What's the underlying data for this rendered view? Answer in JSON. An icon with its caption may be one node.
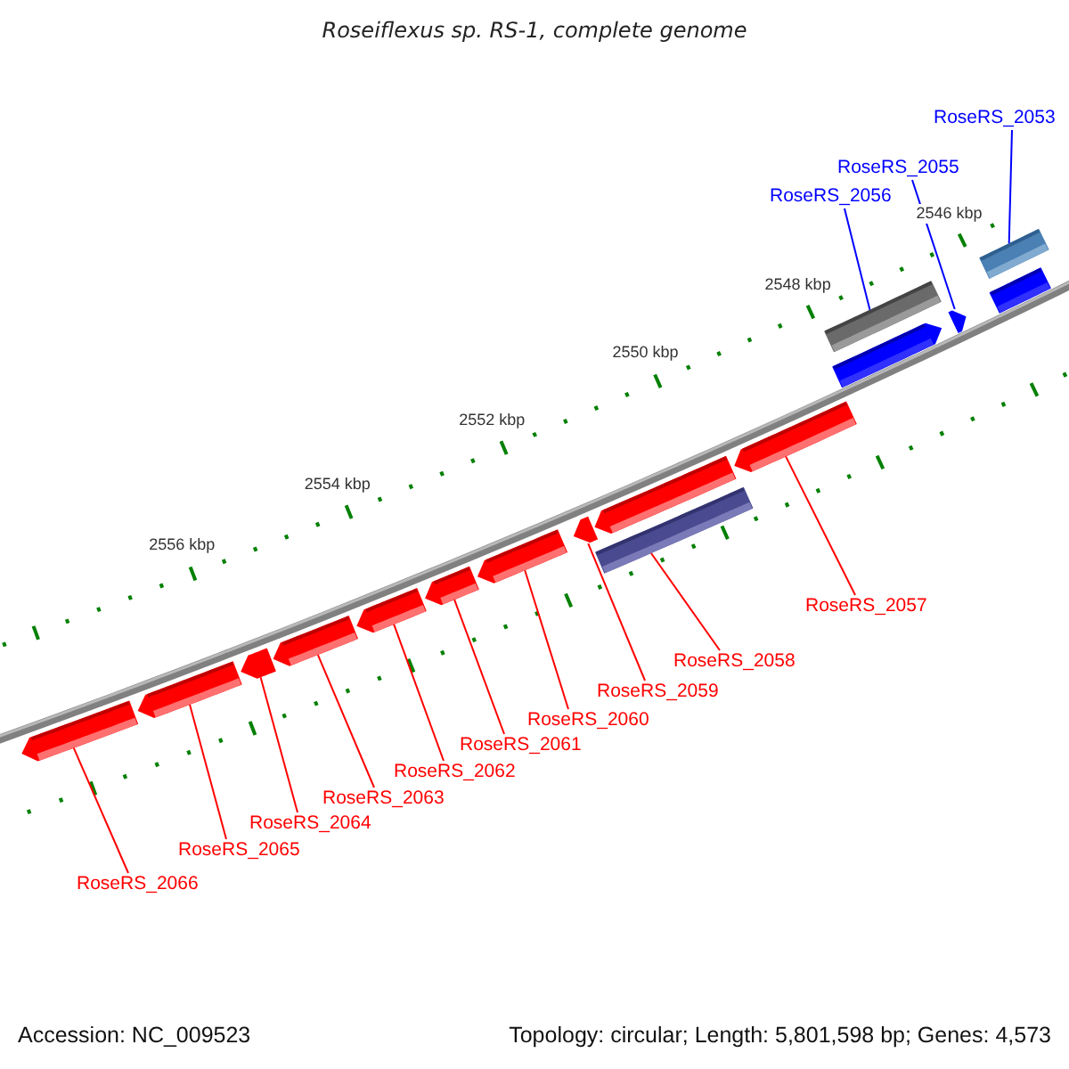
{
  "diagram": {
    "title": "Roseiflexus sp. RS-1, complete genome",
    "nodes": [
      {
        "text": [
          "RoseRS_2053"
        ]
      },
      {
        "text": [
          "RoseRS_2055"
        ]
      },
      {
        "text": [
          "RoseRS_2056"
        ]
      },
      {
        "text": [
          "RoseRS_2057"
        ]
      },
      {
        "text": [
          "RoseRS_2058"
        ]
      },
      {
        "text": [
          "RoseRS_2059"
        ]
      },
      {
        "text": [
          "RoseRS_2060"
        ]
      },
      {
        "text": [
          "RoseRS_2061"
        ]
      },
      {
        "text": [
          "RoseRS_2062"
        ]
      },
      {
        "text": [
          "RoseRS_2063"
        ]
      },
      {
        "text": [
          "RoseRS_2064"
        ]
      },
      {
        "text": [
          "RoseRS_2065"
        ]
      },
      {
        "text": [
          "RoseRS_2066"
        ]
      },
      {
        "text": [],
        "shape": "arrow"
      },
      {
        "text": [],
        "shape": "arrow"
      },
      {
        "text": [],
        "shape": "arrow"
      },
      {
        "text": [],
        "shape": "arrow"
      },
      {
        "text": [],
        "shape": "arrow"
      },
      {
        "text": [],
        "shape": "arrow"
      },
      {
        "text": [],
        "shape": "arrow"
      },
      {
        "text": [],
        "shape": "arrow"
      },
      {
        "text": [],
        "shape": "arrow"
      },
      {
        "text": [],
        "shape": "bar"
      },
      {
        "text": [],
        "shape": "arrow"
      },
      {
        "text": [],
        "shape": "bar"
      },
      {
        "text": [],
        "shape": "arrow"
      },
      {
        "text": [],
        "shape": "arrow"
      },
      {
        "text": [],
        "shape": "bar"
      },
      {
        "text": [],
        "shape": "arrow"
      }
    ],
    "edges": [
      {
        "from": 0,
        "to": 27,
        "arrow": "none",
        "color": "#0000ff"
      },
      {
        "from": 1,
        "to": 26,
        "arrow": "none",
        "color": "#0000ff"
      },
      {
        "from": 2,
        "to": 24,
        "arrow": "none",
        "color": "#0000ff"
      },
      {
        "from": 3,
        "to": 23,
        "arrow": "none"
      },
      {
        "from": 4,
        "to": 22,
        "arrow": "none"
      },
      {
        "from": 5,
        "to": 20,
        "arrow": "none"
      },
      {
        "from": 6,
        "to": 19,
        "arrow": "none"
      },
      {
        "from": 7,
        "to": 18,
        "arrow": "none"
      },
      {
        "from": 8,
        "to": 17,
        "arrow": "none"
      },
      {
        "from": 9,
        "to": 16,
        "arrow": "none"
      },
      {
        "from": 10,
        "to": 15,
        "arrow": "none"
      },
      {
        "from": 11,
        "to": 14,
        "arrow": "none"
      },
      {
        "from": 12,
        "to": 13,
        "arrow": "none"
      }
    ],
    "labels": [
      "2546 kbp",
      "2548 kbp",
      "2550 kbp",
      "2552 kbp",
      "2554 kbp",
      "2556 kbp",
      "Accession: NC_009523",
      "Topology: circular; Length: 5,801,598 bp; Genes: 4,573"
    ]
  }
}
